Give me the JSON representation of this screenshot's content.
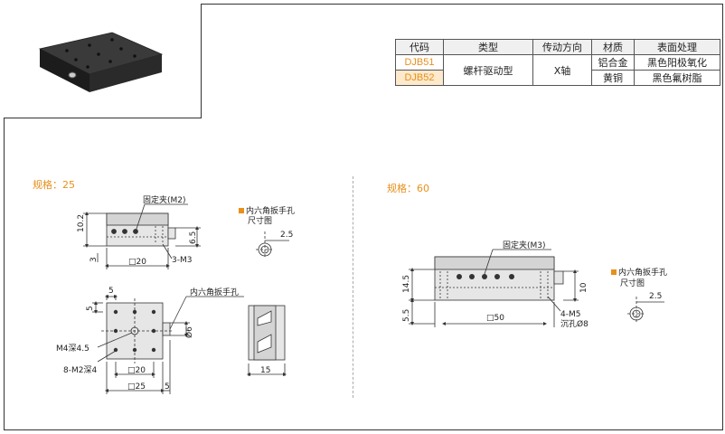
{
  "table": {
    "headers": [
      "代码",
      "类型",
      "传动方向",
      "材质",
      "表面处理"
    ],
    "rows": [
      {
        "code": "DJB51",
        "material": "铝合金",
        "surface": "黑色阳极氧化"
      },
      {
        "code": "DJB52",
        "material": "黄铜",
        "surface": "黑色氟树脂"
      }
    ],
    "type": "螺杆驱动型",
    "direction": "X轴"
  },
  "spec25": {
    "title": "规格：25",
    "clamp_label": "固定夹(M2)",
    "hex_label": "内六角扳手孔",
    "size_label": "尺寸图",
    "hex_size": "2.5",
    "dims": {
      "h_10_2": "10.2",
      "h_6_5": "6.5",
      "h_3": "3",
      "w_20a": "□20",
      "m3": "3-M3",
      "top_5": "5",
      "left_5": "5",
      "d6": "Ø6",
      "m4": "M4深4.5",
      "m2": "8-M2深4",
      "w_20b": "□20",
      "w_25": "□25",
      "right_5": "5",
      "side_15": "15"
    }
  },
  "spec60": {
    "title": "规格：60",
    "clamp_label": "固定夹(M3)",
    "hex_label": "内六角扳手孔",
    "size_label": "尺寸图",
    "hex_size": "2.5",
    "dims": {
      "h_14_5": "14.5",
      "h_5_5": "5.5",
      "w_50": "□50",
      "h_10": "10",
      "m5": "4-M5",
      "sink": "沉孔Ø8"
    }
  },
  "colors": {
    "accent": "#e8901a",
    "line": "#333333",
    "gray_part": "#d8d8d8",
    "legend_square": "#e8901a"
  }
}
